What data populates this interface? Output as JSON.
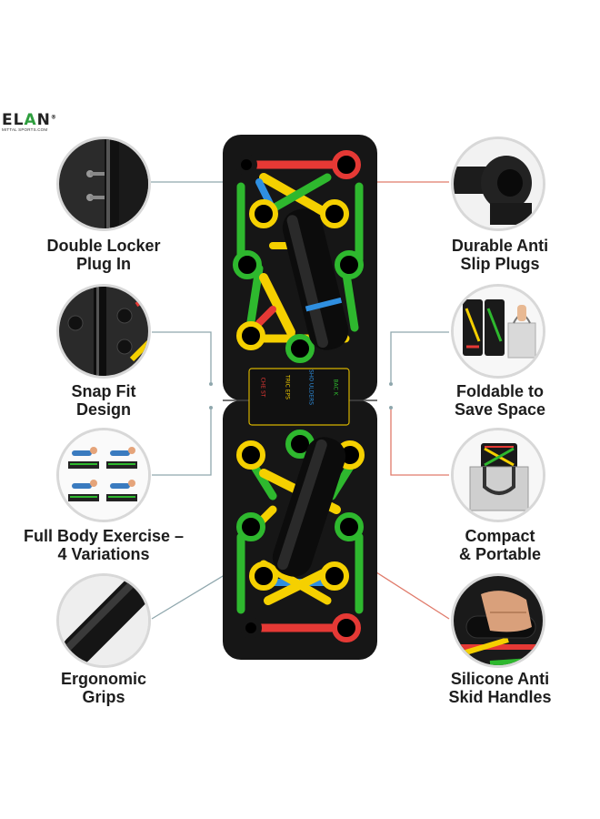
{
  "brand": {
    "name_part1": "EL",
    "name_highlight": "A",
    "name_part2": "N",
    "registered": "®",
    "tagline": "MITTAL SPORTS.COM"
  },
  "features": {
    "left": [
      {
        "line1": "Double Locker",
        "line2": "Plug In",
        "icon": "hinge-icon"
      },
      {
        "line1": "Snap Fit",
        "line2": "Design",
        "icon": "pegs-icon"
      },
      {
        "line1": "Full Body Exercise –",
        "line2": "4 Variations",
        "icon": "pushup-variations-icon"
      },
      {
        "line1": "Ergonomic",
        "line2": "Grips",
        "icon": "grip-closeup-icon"
      }
    ],
    "right": [
      {
        "line1": "Durable Anti",
        "line2": "Slip Plugs",
        "icon": "plug-icon"
      },
      {
        "line1": "Foldable to",
        "line2": "Save Space",
        "icon": "folded-board-bag-icon"
      },
      {
        "line1": "Compact",
        "line2": "& Portable",
        "icon": "tote-bag-icon"
      },
      {
        "line1": "Silicone Anti",
        "line2": "Skid Handles",
        "icon": "hand-on-handle-icon"
      }
    ]
  },
  "board_legend": [
    {
      "text": "CHE ST",
      "color": "#e53935"
    },
    {
      "text": "TRIC EPS",
      "color": "#f5d000"
    },
    {
      "text": "SHO ULDERS",
      "color": "#2f8fe0"
    },
    {
      "text": "BAC K",
      "color": "#2eb82e"
    }
  ],
  "colors": {
    "board": "#161616",
    "red": "#e53935",
    "yellow": "#f5d000",
    "green": "#2eb82e",
    "blue": "#2f8fe0",
    "connector": "#8fa7ad"
  }
}
